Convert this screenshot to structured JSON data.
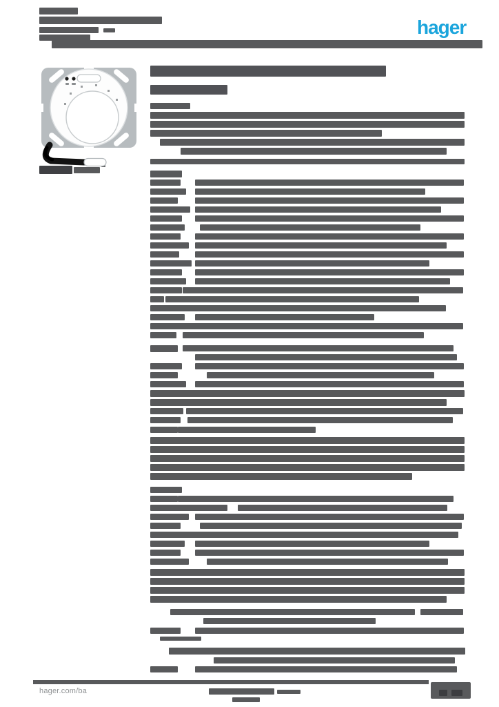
{
  "header": {
    "logo_text": "hager",
    "logo_color": "#1ba5dc"
  },
  "footer": {
    "site_label": "hager.com/ba"
  },
  "colors": {
    "bar_gray": "#58595b",
    "bar_dark": "#3f4043",
    "bar_title": "#515256",
    "page_background": "#ffffff",
    "plate_gray": "#b7bcbf",
    "cable_black": "#121212"
  },
  "redacted_text_bars": [
    [
      57,
      11,
      56,
      10
    ],
    [
      57,
      24,
      178,
      11
    ],
    [
      57,
      39,
      86,
      9
    ],
    [
      150,
      41,
      17,
      6
    ],
    [
      57,
      50,
      74,
      9
    ],
    [
      75,
      58,
      625,
      12
    ],
    [
      57,
      240,
      48,
      12,
      "d"
    ],
    [
      107,
      242,
      38,
      9
    ],
    [
      147,
      237,
      6,
      5
    ],
    [
      218,
      95,
      342,
      16,
      "t"
    ],
    [
      218,
      123,
      112,
      14,
      "t"
    ],
    [
      218,
      149,
      58,
      9
    ],
    [
      218,
      162,
      456,
      10
    ],
    [
      218,
      175,
      456,
      10
    ],
    [
      218,
      188,
      336,
      10
    ],
    [
      232,
      201,
      442,
      10
    ],
    [
      262,
      214,
      386,
      10
    ],
    [
      218,
      230,
      456,
      8
    ],
    [
      218,
      247,
      46,
      10
    ],
    [
      218,
      260,
      44,
      9
    ],
    [
      283,
      260,
      390,
      9
    ],
    [
      218,
      273,
      52,
      9
    ],
    [
      283,
      273,
      334,
      9
    ],
    [
      218,
      286,
      40,
      9
    ],
    [
      283,
      286,
      390,
      9
    ],
    [
      218,
      299,
      58,
      9
    ],
    [
      283,
      299,
      357,
      9
    ],
    [
      218,
      312,
      46,
      9
    ],
    [
      283,
      312,
      390,
      9
    ],
    [
      218,
      325,
      50,
      9
    ],
    [
      290,
      325,
      320,
      9
    ],
    [
      218,
      338,
      44,
      9
    ],
    [
      283,
      338,
      390,
      9
    ],
    [
      218,
      351,
      56,
      9
    ],
    [
      283,
      351,
      365,
      9
    ],
    [
      218,
      364,
      42,
      9
    ],
    [
      283,
      364,
      390,
      9
    ],
    [
      218,
      377,
      60,
      9
    ],
    [
      283,
      377,
      340,
      9
    ],
    [
      218,
      390,
      46,
      9
    ],
    [
      283,
      390,
      390,
      9
    ],
    [
      218,
      403,
      52,
      9
    ],
    [
      283,
      403,
      370,
      9
    ],
    [
      218,
      416,
      46,
      9
    ],
    [
      265,
      416,
      407,
      9
    ],
    [
      218,
      429,
      20,
      9
    ],
    [
      240,
      429,
      368,
      9
    ],
    [
      218,
      442,
      40,
      9
    ],
    [
      255,
      442,
      392,
      9
    ],
    [
      218,
      455,
      50,
      9
    ],
    [
      283,
      455,
      260,
      9
    ],
    [
      218,
      468,
      44,
      9
    ],
    [
      255,
      468,
      417,
      9
    ],
    [
      218,
      481,
      38,
      9
    ],
    [
      265,
      481,
      350,
      9
    ],
    [
      218,
      500,
      40,
      10
    ],
    [
      265,
      500,
      393,
      9
    ],
    [
      283,
      513,
      380,
      9
    ],
    [
      218,
      526,
      46,
      9
    ],
    [
      283,
      526,
      390,
      9
    ],
    [
      218,
      539,
      40,
      9
    ],
    [
      300,
      539,
      330,
      9
    ],
    [
      218,
      552,
      52,
      9
    ],
    [
      283,
      552,
      390,
      9
    ],
    [
      218,
      565,
      456,
      10
    ],
    [
      218,
      578,
      430,
      10
    ],
    [
      218,
      591,
      48,
      9
    ],
    [
      270,
      591,
      402,
      9
    ],
    [
      218,
      604,
      44,
      9
    ],
    [
      272,
      604,
      385,
      9
    ],
    [
      218,
      618,
      40,
      9
    ],
    [
      258,
      618,
      200,
      9
    ],
    [
      218,
      633,
      456,
      10
    ],
    [
      218,
      646,
      456,
      10
    ],
    [
      218,
      659,
      456,
      10
    ],
    [
      218,
      672,
      456,
      10
    ],
    [
      218,
      685,
      380,
      10
    ],
    [
      218,
      705,
      46,
      9
    ],
    [
      218,
      718,
      40,
      9
    ],
    [
      258,
      718,
      400,
      9
    ],
    [
      218,
      731,
      112,
      9
    ],
    [
      345,
      731,
      304,
      9
    ],
    [
      218,
      744,
      56,
      9
    ],
    [
      283,
      744,
      390,
      9
    ],
    [
      218,
      757,
      44,
      9
    ],
    [
      290,
      757,
      380,
      9
    ],
    [
      218,
      770,
      30,
      9
    ],
    [
      245,
      770,
      420,
      9
    ],
    [
      218,
      783,
      50,
      9
    ],
    [
      283,
      783,
      340,
      9
    ],
    [
      218,
      796,
      44,
      9
    ],
    [
      283,
      796,
      390,
      9
    ],
    [
      218,
      809,
      56,
      9
    ],
    [
      300,
      809,
      350,
      9
    ],
    [
      218,
      824,
      456,
      10
    ],
    [
      218,
      837,
      456,
      10
    ],
    [
      218,
      850,
      456,
      10
    ],
    [
      218,
      863,
      430,
      10
    ],
    [
      247,
      882,
      355,
      9
    ],
    [
      610,
      882,
      62,
      9
    ],
    [
      295,
      895,
      250,
      9
    ],
    [
      218,
      909,
      44,
      9
    ],
    [
      283,
      909,
      390,
      9
    ],
    [
      232,
      922,
      60,
      6
    ],
    [
      245,
      938,
      430,
      10
    ],
    [
      310,
      952,
      350,
      9
    ],
    [
      218,
      965,
      40,
      9
    ],
    [
      283,
      965,
      380,
      9
    ],
    [
      303,
      997,
      95,
      9
    ],
    [
      402,
      999,
      34,
      6
    ],
    [
      337,
      1010,
      40,
      7
    ]
  ]
}
